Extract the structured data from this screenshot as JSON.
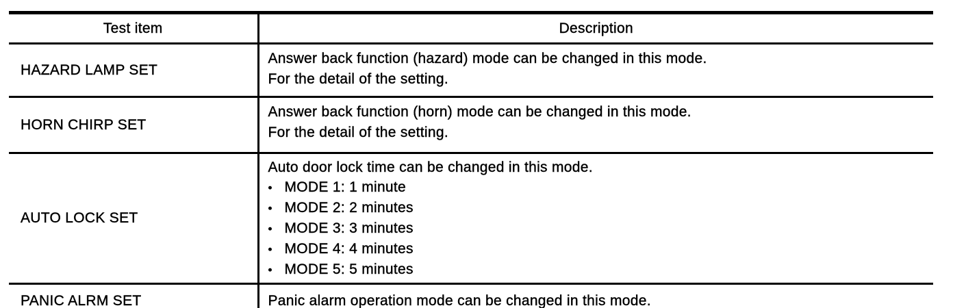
{
  "table": {
    "columns": [
      {
        "label": "Test item"
      },
      {
        "label": "Description"
      }
    ],
    "rows": [
      {
        "test_item": "HAZARD LAMP SET",
        "description_lines": [
          "Answer back function (hazard) mode can be changed in this mode.",
          "For the detail of the setting."
        ]
      },
      {
        "test_item": "HORN CHIRP SET",
        "description_lines": [
          "Answer back function (horn) mode can be changed in this mode.",
          "For the detail of the setting."
        ]
      },
      {
        "test_item": "AUTO LOCK SET",
        "description_lines": [
          "Auto door lock time can be changed in this mode."
        ],
        "bullet_items": [
          "MODE 1: 1 minute",
          "MODE 2: 2 minutes",
          "MODE 3: 3 minutes",
          "MODE 4: 4 minutes",
          "MODE 5: 5 minutes"
        ]
      },
      {
        "test_item": "PANIC ALRM SET",
        "description_lines": [
          "Panic alarm operation mode can be changed in this mode."
        ]
      }
    ],
    "bullet_glyph": "•"
  },
  "colors": {
    "background": "#ffffff",
    "border": "#000000",
    "text": "#000000"
  }
}
